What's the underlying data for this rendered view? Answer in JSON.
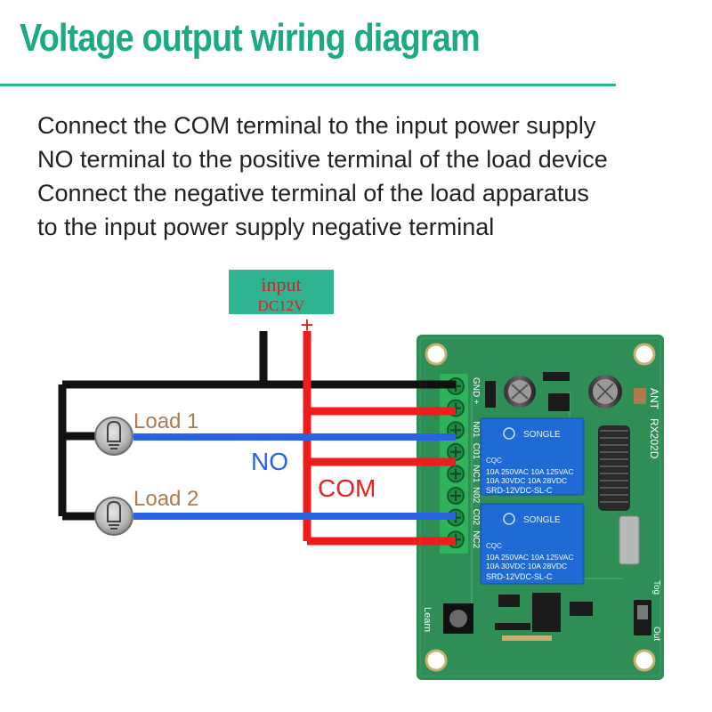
{
  "title": "Voltage output wiring diagram",
  "description": [
    "Connect the COM terminal to the input power supply",
    "NO terminal to the positive terminal of the load device",
    "Connect the negative terminal of the load apparatus",
    "to the input power supply negative terminal"
  ],
  "input_box": {
    "line1": "input",
    "line2": "DC12V"
  },
  "polarity": {
    "negative": "-",
    "positive": "+"
  },
  "loads": [
    {
      "label": "Load 1"
    },
    {
      "label": "Load 2"
    }
  ],
  "wire_labels": {
    "no": "NO",
    "com": "COM"
  },
  "board": {
    "ant": "ANT",
    "model": "RX202D",
    "learn": "Learn",
    "terminal_labels": [
      "GND",
      "+",
      "N01",
      "C01",
      "NC1",
      "N02",
      "C02",
      "NC2"
    ],
    "side_labels": {
      "top": "Tog",
      "bottom": "Out"
    },
    "relays": [
      {
        "brand": "SONGLE",
        "cert": "CQC",
        "ratings": [
          "10A 250VAC 10A 125VAC",
          "10A  30VDC 10A  28VDC"
        ],
        "model": "SRD-12VDC-SL-C"
      },
      {
        "brand": "SONGLE",
        "cert": "CQC",
        "ratings": [
          "10A 250VAC 10A 125VAC",
          "10A  30VDC 10A  28VDC"
        ],
        "model": "SRD-12VDC-SL-C"
      }
    ]
  },
  "colors": {
    "title": "#1aaa84",
    "rule": "#2fb391",
    "wire_black": "#111111",
    "wire_red": "#ee1c1c",
    "wire_blue": "#2a62e6",
    "load_label": "#b07a4f",
    "no_label": "#2a62e6",
    "com_label": "#ee1c1c",
    "input_box": "#2fb391",
    "input_text": "#d2232a",
    "pcb": "#2f8d56",
    "relay": "#1e6bd6",
    "terminal": "#2db45a"
  }
}
